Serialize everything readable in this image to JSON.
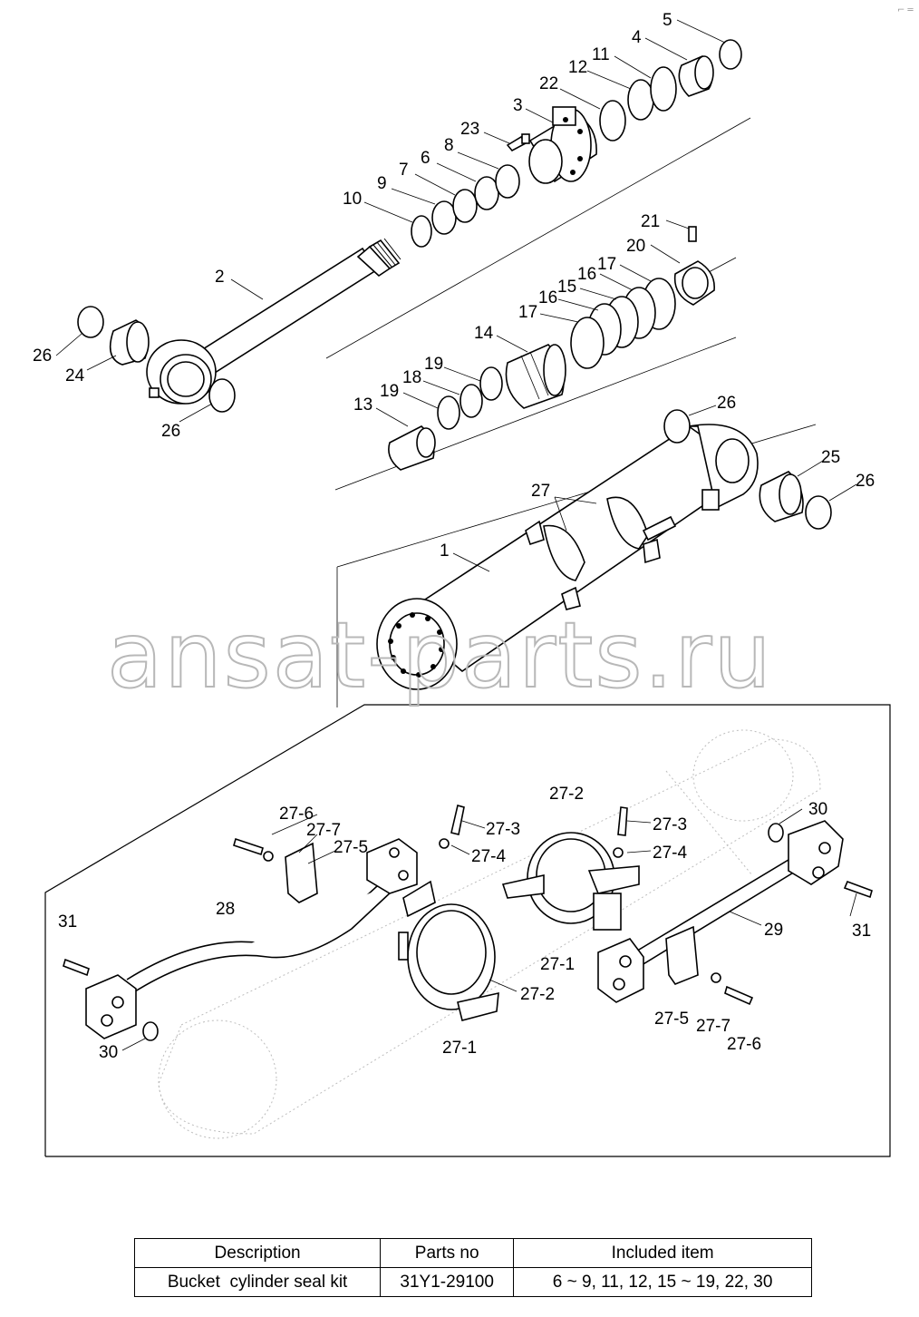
{
  "corner_mark": "⌐ ═",
  "watermark": "ansat-parts.ru",
  "callouts": [
    {
      "id": "c5",
      "text": "5"
    },
    {
      "id": "c4",
      "text": "4"
    },
    {
      "id": "c11",
      "text": "11"
    },
    {
      "id": "c12",
      "text": "12"
    },
    {
      "id": "c22",
      "text": "22"
    },
    {
      "id": "c3",
      "text": "3"
    },
    {
      "id": "c23",
      "text": "23"
    },
    {
      "id": "c8",
      "text": "8"
    },
    {
      "id": "c6",
      "text": "6"
    },
    {
      "id": "c7",
      "text": "7"
    },
    {
      "id": "c9",
      "text": "9"
    },
    {
      "id": "c10",
      "text": "10"
    },
    {
      "id": "c21",
      "text": "21"
    },
    {
      "id": "c20",
      "text": "20"
    },
    {
      "id": "c17a",
      "text": "17"
    },
    {
      "id": "c16a",
      "text": "16"
    },
    {
      "id": "c15",
      "text": "15"
    },
    {
      "id": "c16b",
      "text": "16"
    },
    {
      "id": "c17b",
      "text": "17"
    },
    {
      "id": "c2",
      "text": "2"
    },
    {
      "id": "c26a",
      "text": "26"
    },
    {
      "id": "c24",
      "text": "24"
    },
    {
      "id": "c26b",
      "text": "26"
    },
    {
      "id": "c14",
      "text": "14"
    },
    {
      "id": "c19a",
      "text": "19"
    },
    {
      "id": "c18",
      "text": "18"
    },
    {
      "id": "c19b",
      "text": "19"
    },
    {
      "id": "c13",
      "text": "13"
    },
    {
      "id": "c26c",
      "text": "26"
    },
    {
      "id": "c25",
      "text": "25"
    },
    {
      "id": "c26d",
      "text": "26"
    },
    {
      "id": "c27",
      "text": "27"
    },
    {
      "id": "c1",
      "text": "1"
    },
    {
      "id": "c27_2a",
      "text": "27-2"
    },
    {
      "id": "c30a",
      "text": "30"
    },
    {
      "id": "c27_6a",
      "text": "27-6"
    },
    {
      "id": "c27_7a",
      "text": "27-7"
    },
    {
      "id": "c27_5a",
      "text": "27-5"
    },
    {
      "id": "c27_3a",
      "text": "27-3"
    },
    {
      "id": "c27_4a",
      "text": "27-4"
    },
    {
      "id": "c27_3b",
      "text": "27-3"
    },
    {
      "id": "c27_4b",
      "text": "27-4"
    },
    {
      "id": "c28",
      "text": "28"
    },
    {
      "id": "c31a",
      "text": "31"
    },
    {
      "id": "c29",
      "text": "29"
    },
    {
      "id": "c31b",
      "text": "31"
    },
    {
      "id": "c27_1a",
      "text": "27-1"
    },
    {
      "id": "c27_2b",
      "text": "27-2"
    },
    {
      "id": "c30b",
      "text": "30"
    },
    {
      "id": "c27_1b",
      "text": "27-1"
    },
    {
      "id": "c27_5b",
      "text": "27-5"
    },
    {
      "id": "c27_7b",
      "text": "27-7"
    },
    {
      "id": "c27_6b",
      "text": "27-6"
    }
  ],
  "kit_table": {
    "headers": [
      "Description",
      "Parts no",
      "Included item"
    ],
    "rows": [
      [
        "Bucket  cylinder seal kit",
        "31Y1-29100",
        "6 ~ 9, 11, 12, 15 ~ 19, 22, 30"
      ]
    ]
  }
}
